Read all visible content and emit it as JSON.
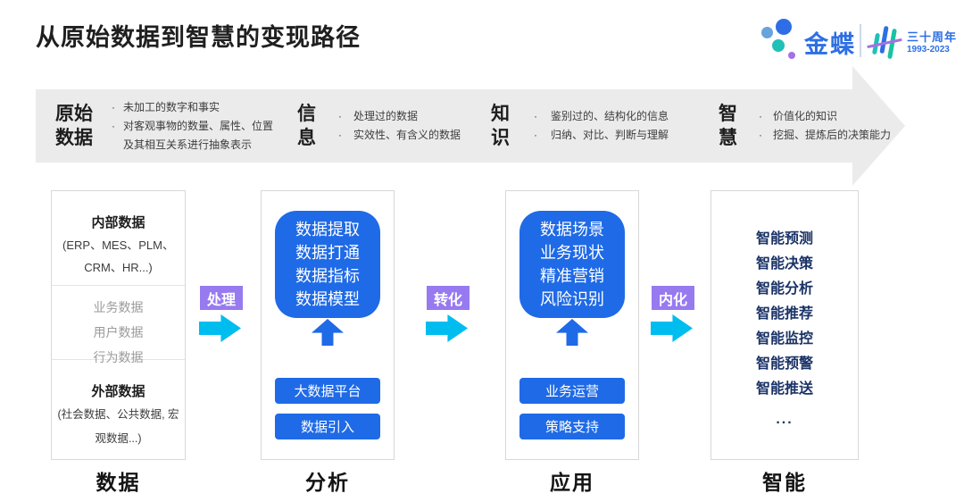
{
  "page": {
    "title": "从原始数据到智慧的变现路径"
  },
  "logo": {
    "brand": "金蝶",
    "anniversary": "三十周年",
    "years": "1993-2023"
  },
  "banner": {
    "stages": [
      {
        "line1": "原始",
        "line2": "数据",
        "bullets": [
          "未加工的数字和事实",
          "对客观事物的数量、属性、位置及其相互关系进行抽象表示"
        ]
      },
      {
        "line1": "信",
        "line2": "息",
        "bullets": [
          "处理过的数据",
          "实效性、有含义的数据"
        ]
      },
      {
        "line1": "知",
        "line2": "识",
        "bullets": [
          "鉴别过的、结构化的信息",
          "归纳、对比、判断与理解"
        ]
      },
      {
        "line1": "智",
        "line2": "慧",
        "bullets": [
          "价值化的知识",
          "挖掘、提炼后的决策能力"
        ]
      }
    ]
  },
  "connectors": [
    {
      "label": "处理"
    },
    {
      "label": "转化"
    },
    {
      "label": "内化"
    }
  ],
  "columns": {
    "data": {
      "internal_title": "内部数据",
      "internal_detail": "(ERP、MES、PLM、CRM、HR...)",
      "middle_items": [
        "业务数据",
        "用户数据",
        "行为数据"
      ],
      "external_title": "外部数据",
      "external_detail": "(社会数据、公共数据, 宏观数据...)",
      "footer": "数据"
    },
    "analysis": {
      "bubble_lines": [
        "数据提取",
        "数据打通",
        "数据指标",
        "数据模型"
      ],
      "buttons": [
        "大数据平台",
        "数据引入"
      ],
      "footer": "分析"
    },
    "application": {
      "bubble_lines": [
        "数据场景",
        "业务现状",
        "精准营销",
        "风险识别"
      ],
      "buttons": [
        "业务运营",
        "策略支持"
      ],
      "footer": "应用"
    },
    "intelligence": {
      "items": [
        "智能预测",
        "智能决策",
        "智能分析",
        "智能推荐",
        "智能监控",
        "智能预警",
        "智能推送",
        "..."
      ],
      "footer": "智能"
    }
  },
  "colors": {
    "accent_blue": "#1f6ae6",
    "navy": "#1a3266",
    "purple": "#977af0",
    "cyan": "#00bdf0",
    "banner_gray": "#ebebeb",
    "brand_blue": "#2d6fe4"
  }
}
